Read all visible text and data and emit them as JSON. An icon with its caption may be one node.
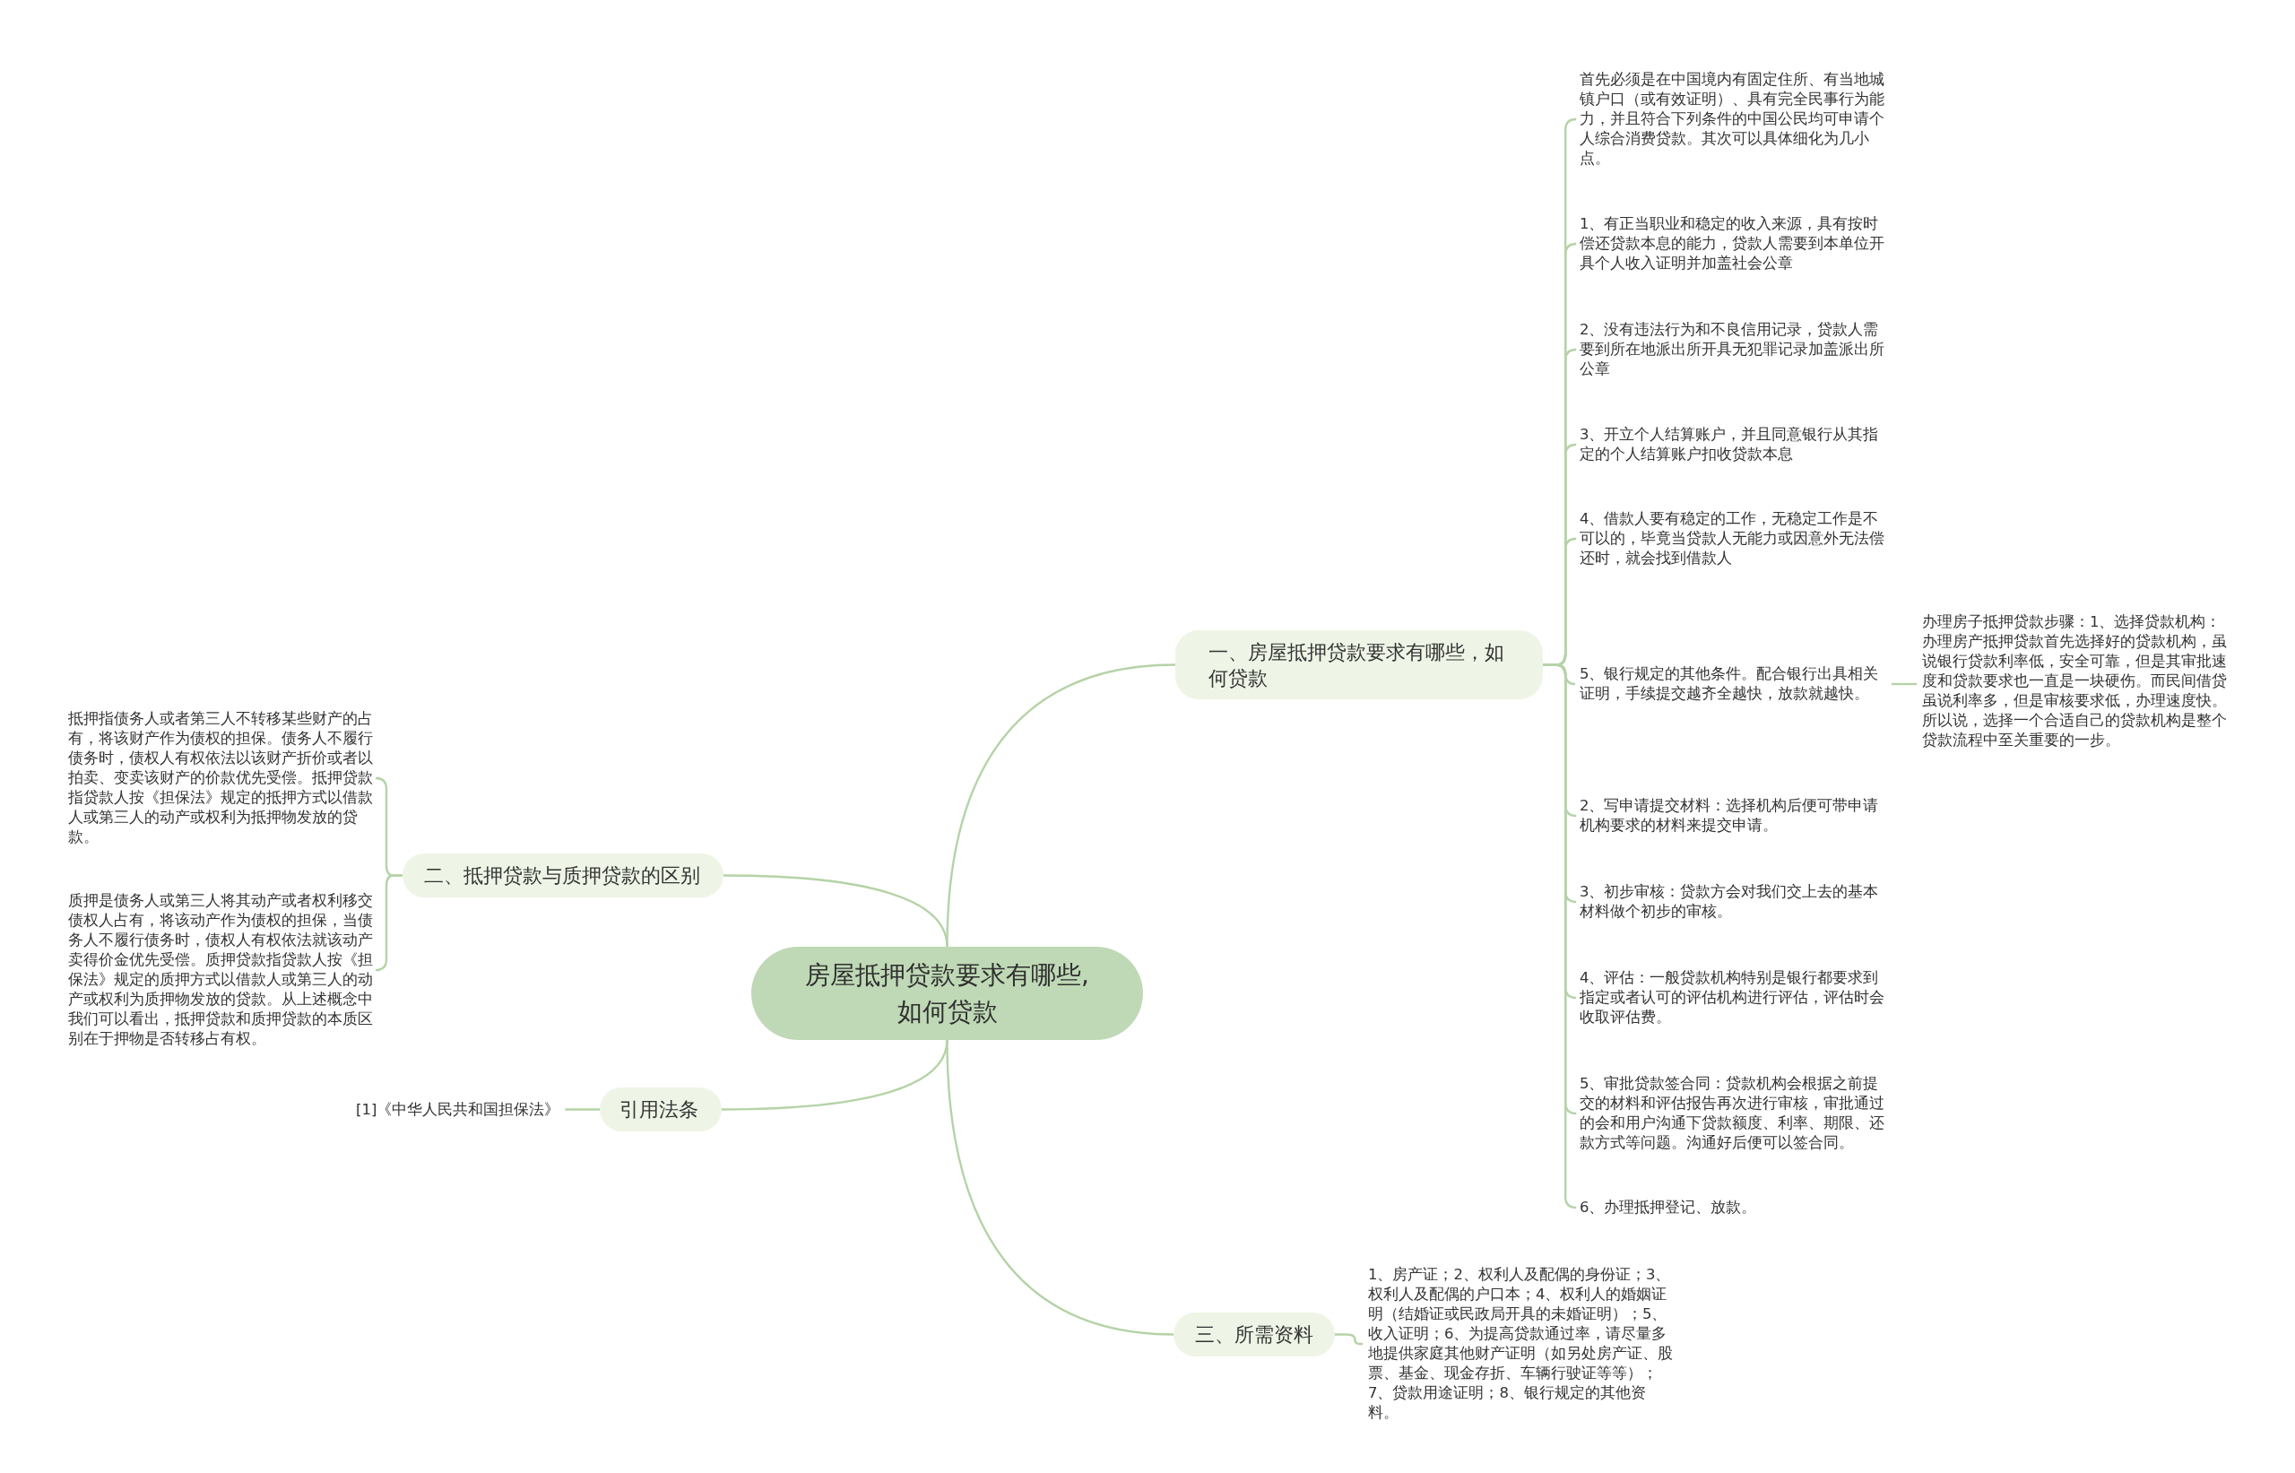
{
  "diagram": {
    "nodes": [
      {
        "text": [
          "房屋抵押贷款要求有哪些,如何贷款"
        ]
      },
      {
        "text": [
          "一、房屋抵押贷款要求有哪些，如何贷款"
        ]
      },
      {
        "text": [
          "首先必须是在中国境内有固定住所、有当地城镇户口（或有效证明）、具有完全民事行为能力，并且符合下列条件的中国公民均可申请个人综合消费贷款。其次可以具体细化为几小点。"
        ]
      },
      {
        "text": [
          "1、有正当职业和稳定的收入来源，具有按时偿还贷款本息的能力，贷款人需要到本单位开具个人收入证明并加盖社会公章"
        ]
      },
      {
        "text": [
          "2、没有违法行为和不良信用记录，贷款人需要到所在地派出所开具无犯罪记录加盖派出所公章"
        ]
      },
      {
        "text": [
          "3、开立个人结算账户，并且同意银行从其指定的个人结算账户扣收贷款本息"
        ]
      },
      {
        "text": [
          "4、借款人要有稳定的工作，无稳定工作是不可以的，毕竟当贷款人无能力或因意外无法偿还时，就会找到借款人"
        ]
      },
      {
        "text": [
          "5、银行规定的其他条件。配合银行出具相关证明，手续提交越齐全越快，放款就越快。"
        ]
      },
      {
        "text": [
          "2、写申请提交材料：选择机构后便可带申请机构要求的材料来提交申请。"
        ]
      },
      {
        "text": [
          "3、初步审核：贷款方会对我们交上去的基本材料做个初步的审核。"
        ]
      },
      {
        "text": [
          "4、评估：一般贷款机构特别是银行都要求到指定或者认可的评估机构进行评估，评估时会收取评估费。"
        ]
      },
      {
        "text": [
          "5、审批贷款签合同：贷款机构会根据之前提交的材料和评估报告再次进行审核，审批通过的会和用户沟通下贷款额度、利率、期限、还款方式等问题。沟通好后便可以签合同。"
        ]
      },
      {
        "text": [
          "6、办理抵押登记、放款。"
        ]
      },
      {
        "text": [
          "办理房子抵押贷款步骤：1、选择贷款机构：办理房产抵押贷款首先选择好的贷款机构，虽说银行贷款利率低，安全可靠，但是其审批速度和贷款要求也一直是一块硬伤。而民间借贷虽说利率多，但是审核要求低，办理速度快。所以说，选择一个合适自己的贷款机构是整个贷款流程中至关重要的一步。"
        ]
      },
      {
        "text": [
          "二、抵押贷款与质押贷款的区别"
        ]
      },
      {
        "text": [
          "抵押指债务人或者第三人不转移某些财产的占有，将该财产作为债权的担保。债务人不履行债务时，债权人有权依法以该财产折价或者以拍卖、变卖该财产的价款优先受偿。抵押贷款指贷款人按《担保法》规定的抵押方式以借款人或第三人的动产或权利为抵押物发放的贷款。"
        ]
      },
      {
        "text": [
          "质押是债务人或第三人将其动产或者权利移交债权人占有，将该动产作为债权的担保，当债务人不履行债务时，债权人有权依法就该动产卖得价金优先受偿。质押贷款指贷款人按《担保法》规定的质押方式以借款人或第三人的动产或权利为质押物发放的贷款。从上述概念中我们可以看出，抵押贷款和质押贷款的本质区别在于押物是否转移占有权。"
        ]
      },
      {
        "text": [
          "引用法条"
        ]
      },
      {
        "text": [
          "[1]《中华人民共和国担保法》"
        ]
      },
      {
        "text": [
          "三、所需资料"
        ]
      },
      {
        "text": [
          "1、房产证；2、权利人及配偶的身份证；3、权利人及配偶的户口本；4、权利人的婚姻证明（结婚证或民政局开具的未婚证明）；5、收入证明；6、为提高贷款通过率，请尽量多地提供家庭其他财产证明（如另处房产证、股票、基金、现金存折、车辆行驶证等等）；7、贷款用途证明；8、银行规定的其他资料。"
        ]
      }
    ],
    "edges": [
      {
        "from": 0,
        "to": 1,
        "arrow": "none"
      },
      {
        "from": 1,
        "to": 2,
        "arrow": "none"
      },
      {
        "from": 1,
        "to": 3,
        "arrow": "none"
      },
      {
        "from": 1,
        "to": 4,
        "arrow": "none"
      },
      {
        "from": 1,
        "to": 5,
        "arrow": "none"
      },
      {
        "from": 1,
        "to": 6,
        "arrow": "none"
      },
      {
        "from": 1,
        "to": 7,
        "arrow": "none"
      },
      {
        "from": 1,
        "to": 8,
        "arrow": "none"
      },
      {
        "from": 1,
        "to": 9,
        "arrow": "none"
      },
      {
        "from": 1,
        "to": 10,
        "arrow": "none"
      },
      {
        "from": 1,
        "to": 11,
        "arrow": "none"
      },
      {
        "from": 1,
        "to": 12,
        "arrow": "none"
      },
      {
        "from": 7,
        "to": 13,
        "arrow": "none"
      },
      {
        "from": 0,
        "to": 14,
        "arrow": "none"
      },
      {
        "from": 14,
        "to": 15,
        "arrow": "none"
      },
      {
        "from": 14,
        "to": 16,
        "arrow": "none"
      },
      {
        "from": 0,
        "to": 17,
        "arrow": "none"
      },
      {
        "from": 17,
        "to": 18,
        "arrow": "none"
      },
      {
        "from": 0,
        "to": 19,
        "arrow": "none"
      },
      {
        "from": 19,
        "to": 20,
        "arrow": "none"
      }
    ]
  }
}
